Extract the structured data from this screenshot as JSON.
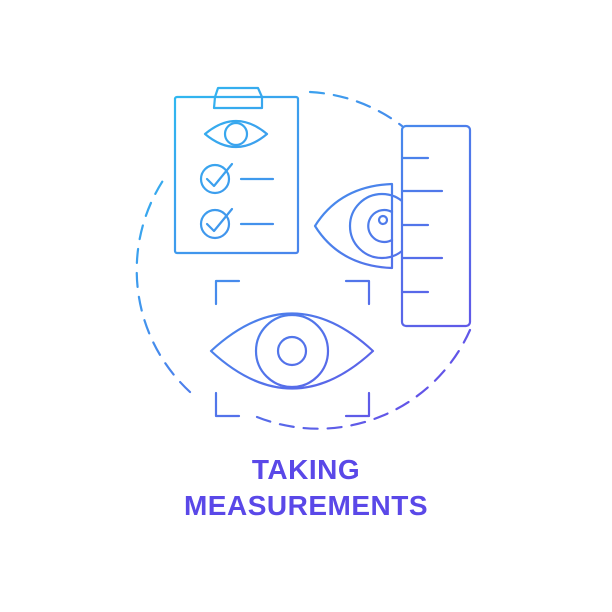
{
  "caption": {
    "line1": "TAKING",
    "line2": "MEASUREMENTS"
  },
  "colors": {
    "gradient_start": "#2dbdf0",
    "gradient_end": "#6a45e6",
    "caption_text": "#5a48e8"
  },
  "icons": [
    "clipboard-icon",
    "checkmark-icon",
    "eye-icon",
    "ruler-icon",
    "focus-frame-icon",
    "dashed-circle"
  ]
}
